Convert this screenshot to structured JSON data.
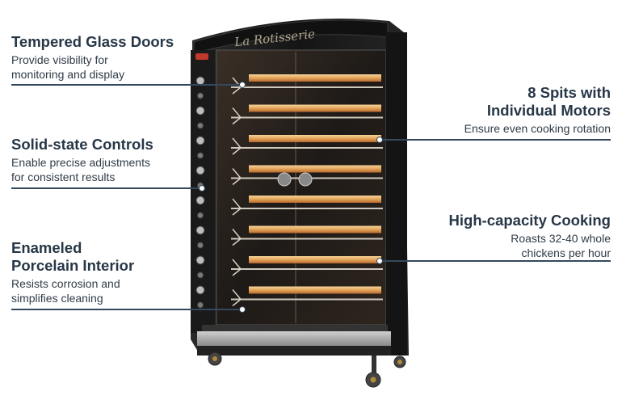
{
  "brand_script": "La Rotisserie",
  "features": {
    "tempered_glass": {
      "title": "Tempered Glass Doors",
      "desc_line1": "Provide visibility for",
      "desc_line2": "monitoring and display"
    },
    "solid_state": {
      "title": "Solid-state Controls",
      "desc_line1": "Enable precise adjustments",
      "desc_line2": "for consistent results"
    },
    "enameled": {
      "title_line1": "Enameled",
      "title_line2": "Porcelain Interior",
      "desc_line1": "Resists corrosion and",
      "desc_line2": "simplifies cleaning"
    },
    "spits": {
      "title_line1": "8 Spits with",
      "title_line2": "Individual Motors",
      "desc_line1": "Ensure even cooking rotation"
    },
    "high_capacity": {
      "title": "High-capacity Cooking",
      "desc_line1": "Roasts 32-40 whole",
      "desc_line2": "chickens per hour"
    }
  },
  "colors": {
    "label_text": "#273747",
    "leader_line": "#34495e",
    "cabinet": "#1b1b1b",
    "heating_element": "#e3a45a"
  },
  "spit_count": 8
}
